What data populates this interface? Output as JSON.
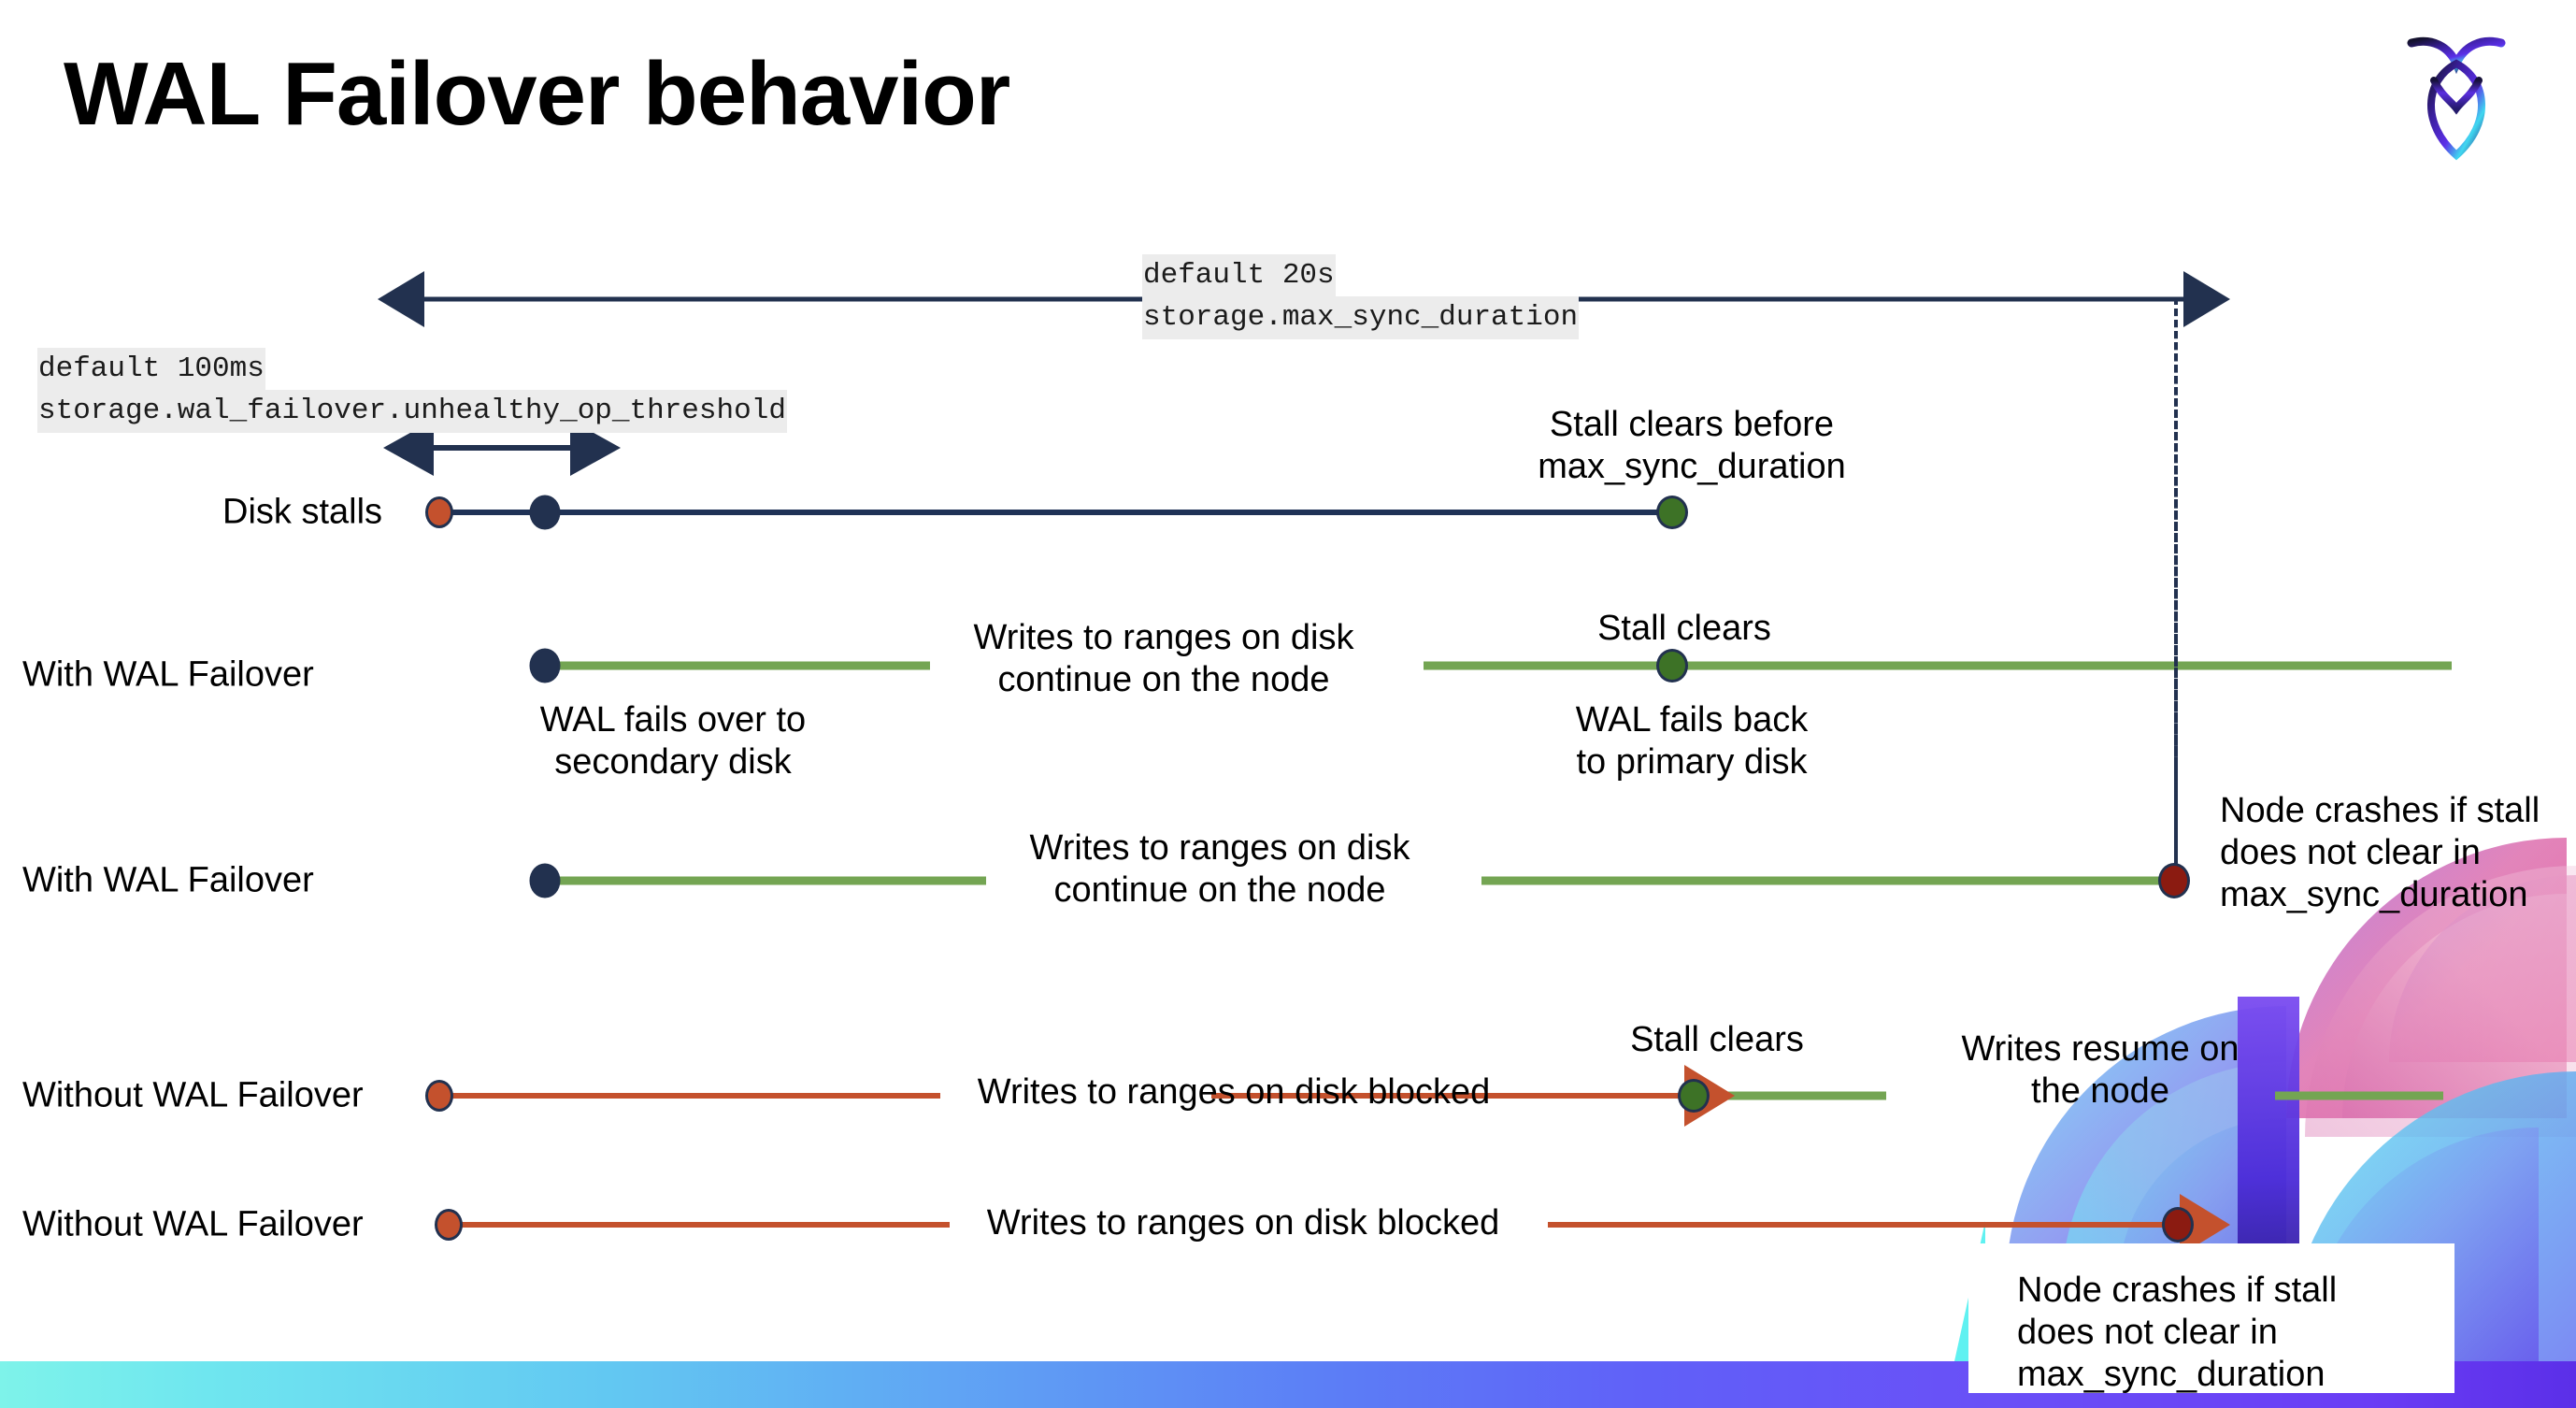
{
  "slide": {
    "title": "WAL Failover behavior",
    "logo_name": "cockroachdb-logo"
  },
  "settings": {
    "max_sync": {
      "default_label": "default 20s",
      "setting_name": "storage.max_sync_duration"
    },
    "unhealthy_op": {
      "default_label": "default 100ms",
      "setting_name": "storage.wal_failover.unhealthy_op_threshold"
    }
  },
  "rows": [
    {
      "label": "Disk stalls",
      "note_right": "Stall clears before\nmax_sync_duration"
    },
    {
      "label": "With WAL Failover",
      "note_below_start": "WAL fails over to\nsecondary disk",
      "note_middle": "Writes to ranges on disk\ncontinue on the node",
      "note_above_clear": "Stall clears",
      "note_below_clear": "WAL fails  back\nto primary disk"
    },
    {
      "label": "With WAL Failover",
      "note_middle": "Writes to ranges on disk\ncontinue on the node",
      "note_crash": "Node crashes if stall\ndoes not clear in\nmax_sync_duration"
    },
    {
      "label": "Without WAL Failover",
      "note_middle": "Writes to ranges on disk  blocked",
      "note_above_clear": "Stall clears",
      "note_resume": "Writes resume on\nthe node"
    },
    {
      "label": "Without WAL Failover",
      "note_middle": "Writes to ranges on disk  blocked",
      "note_crash": "Node crashes if stall\ndoes not clear in\nmax_sync_duration"
    }
  ],
  "colors": {
    "navy": "#22314f",
    "green_line": "#74a553",
    "green_dot": "#3d7226",
    "orange": "#c4512d",
    "red_dot": "#8b1b11",
    "code_bg": "#ececec"
  }
}
